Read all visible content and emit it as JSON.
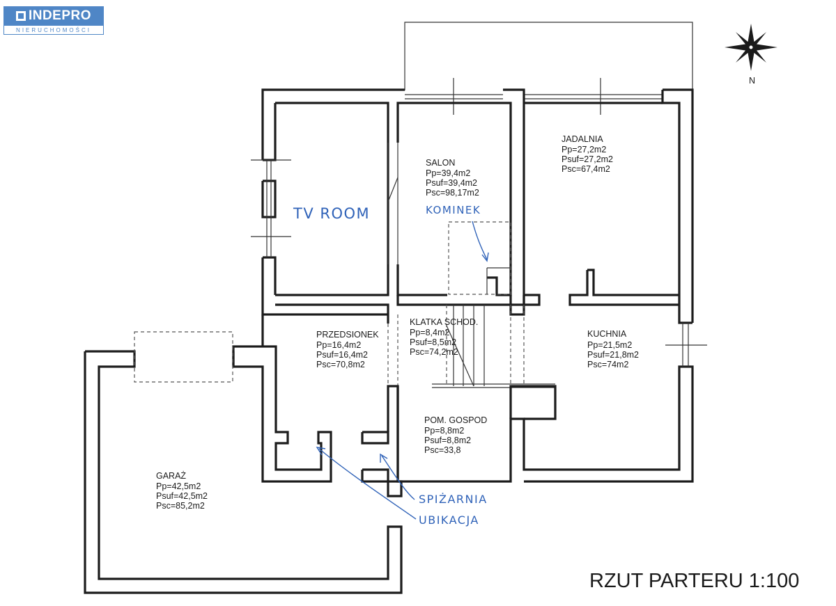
{
  "logo": {
    "name": "INDEPRO",
    "tagline": "NIERUCHOMOŚCI",
    "color": "#4f86c6"
  },
  "compass": {
    "label": "N"
  },
  "plan_title": "RZUT PARTERU 1:100",
  "rooms": [
    {
      "id": "salon",
      "name": "SALON",
      "lines": [
        "Pp=39,4m2",
        "Psuf=39,4m2",
        "Psc=98,17m2"
      ]
    },
    {
      "id": "jadalnia",
      "name": "JADALNIA",
      "lines": [
        "Pp=27,2m2",
        "Psuf=27,2m2",
        "Psc=67,4m2"
      ]
    },
    {
      "id": "przedsionek",
      "name": "PRZEDSIONEK",
      "lines": [
        "Pp=16,4m2",
        "Psuf=16,4m2",
        "Psc=70,8m2"
      ]
    },
    {
      "id": "klatka",
      "name": "KLATKA SCHOD.",
      "lines": [
        "Pp=8,4m2",
        "Psuf=8,5m2",
        "Psc=74,2m2"
      ]
    },
    {
      "id": "kuchnia",
      "name": "KUCHNIA",
      "lines": [
        "Pp=21,5m2",
        "Psuf=21,8m2",
        "Psc=74m2"
      ]
    },
    {
      "id": "gospod",
      "name": "POM. GOSPOD",
      "lines": [
        "Pp=8,8m2",
        "Psuf=8,8m2",
        "Psc=33,8"
      ]
    },
    {
      "id": "garaz",
      "name": "GARAŻ",
      "lines": [
        "Pp=42,5m2",
        "Psuf=42,5m2",
        "Psc=85,2m2"
      ]
    }
  ],
  "handwritten": {
    "tv_room": "TV ROOM",
    "kominek": "KOMINEK",
    "spizarnia": "SPIŻARNIA",
    "ubikacja": "UBIKACJA",
    "ink_color": "#2f62b8"
  }
}
